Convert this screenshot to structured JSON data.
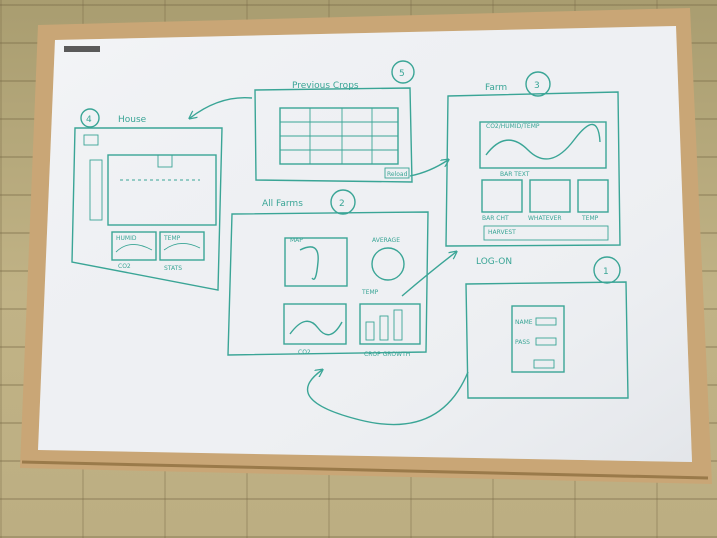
{
  "scene": {
    "label_top_left": "",
    "frame_color": "#caa778",
    "board_color": "#f3f4f6",
    "ink_color": "#3aa596"
  },
  "screens": {
    "house": {
      "number": "4",
      "title": "House",
      "label_a": "HUMID",
      "label_b": "TEMP",
      "label_c": "CO2",
      "label_d": "STATS"
    },
    "previous": {
      "number": "5",
      "title": "Previous Crops",
      "button": "Reload"
    },
    "farm": {
      "number": "3",
      "title": "Farm",
      "label_chart": "CO2/HUMID/TEMP",
      "label_sub": "BAR TEXT",
      "label_a": "BAR CHT",
      "label_b": "WHATEVER",
      "label_c": "TEMP",
      "label_d": "HARVEST"
    },
    "all_farms": {
      "number": "2",
      "title": "All Farms",
      "label_map": "MAP",
      "label_avg": "AVERAGE",
      "label_temp": "TEMP",
      "label_co2": "CO2",
      "label_crop": "CROP GROWTH"
    },
    "login": {
      "number": "1",
      "title": "LOG-ON",
      "user": "NAME",
      "pass": "PASS"
    }
  }
}
